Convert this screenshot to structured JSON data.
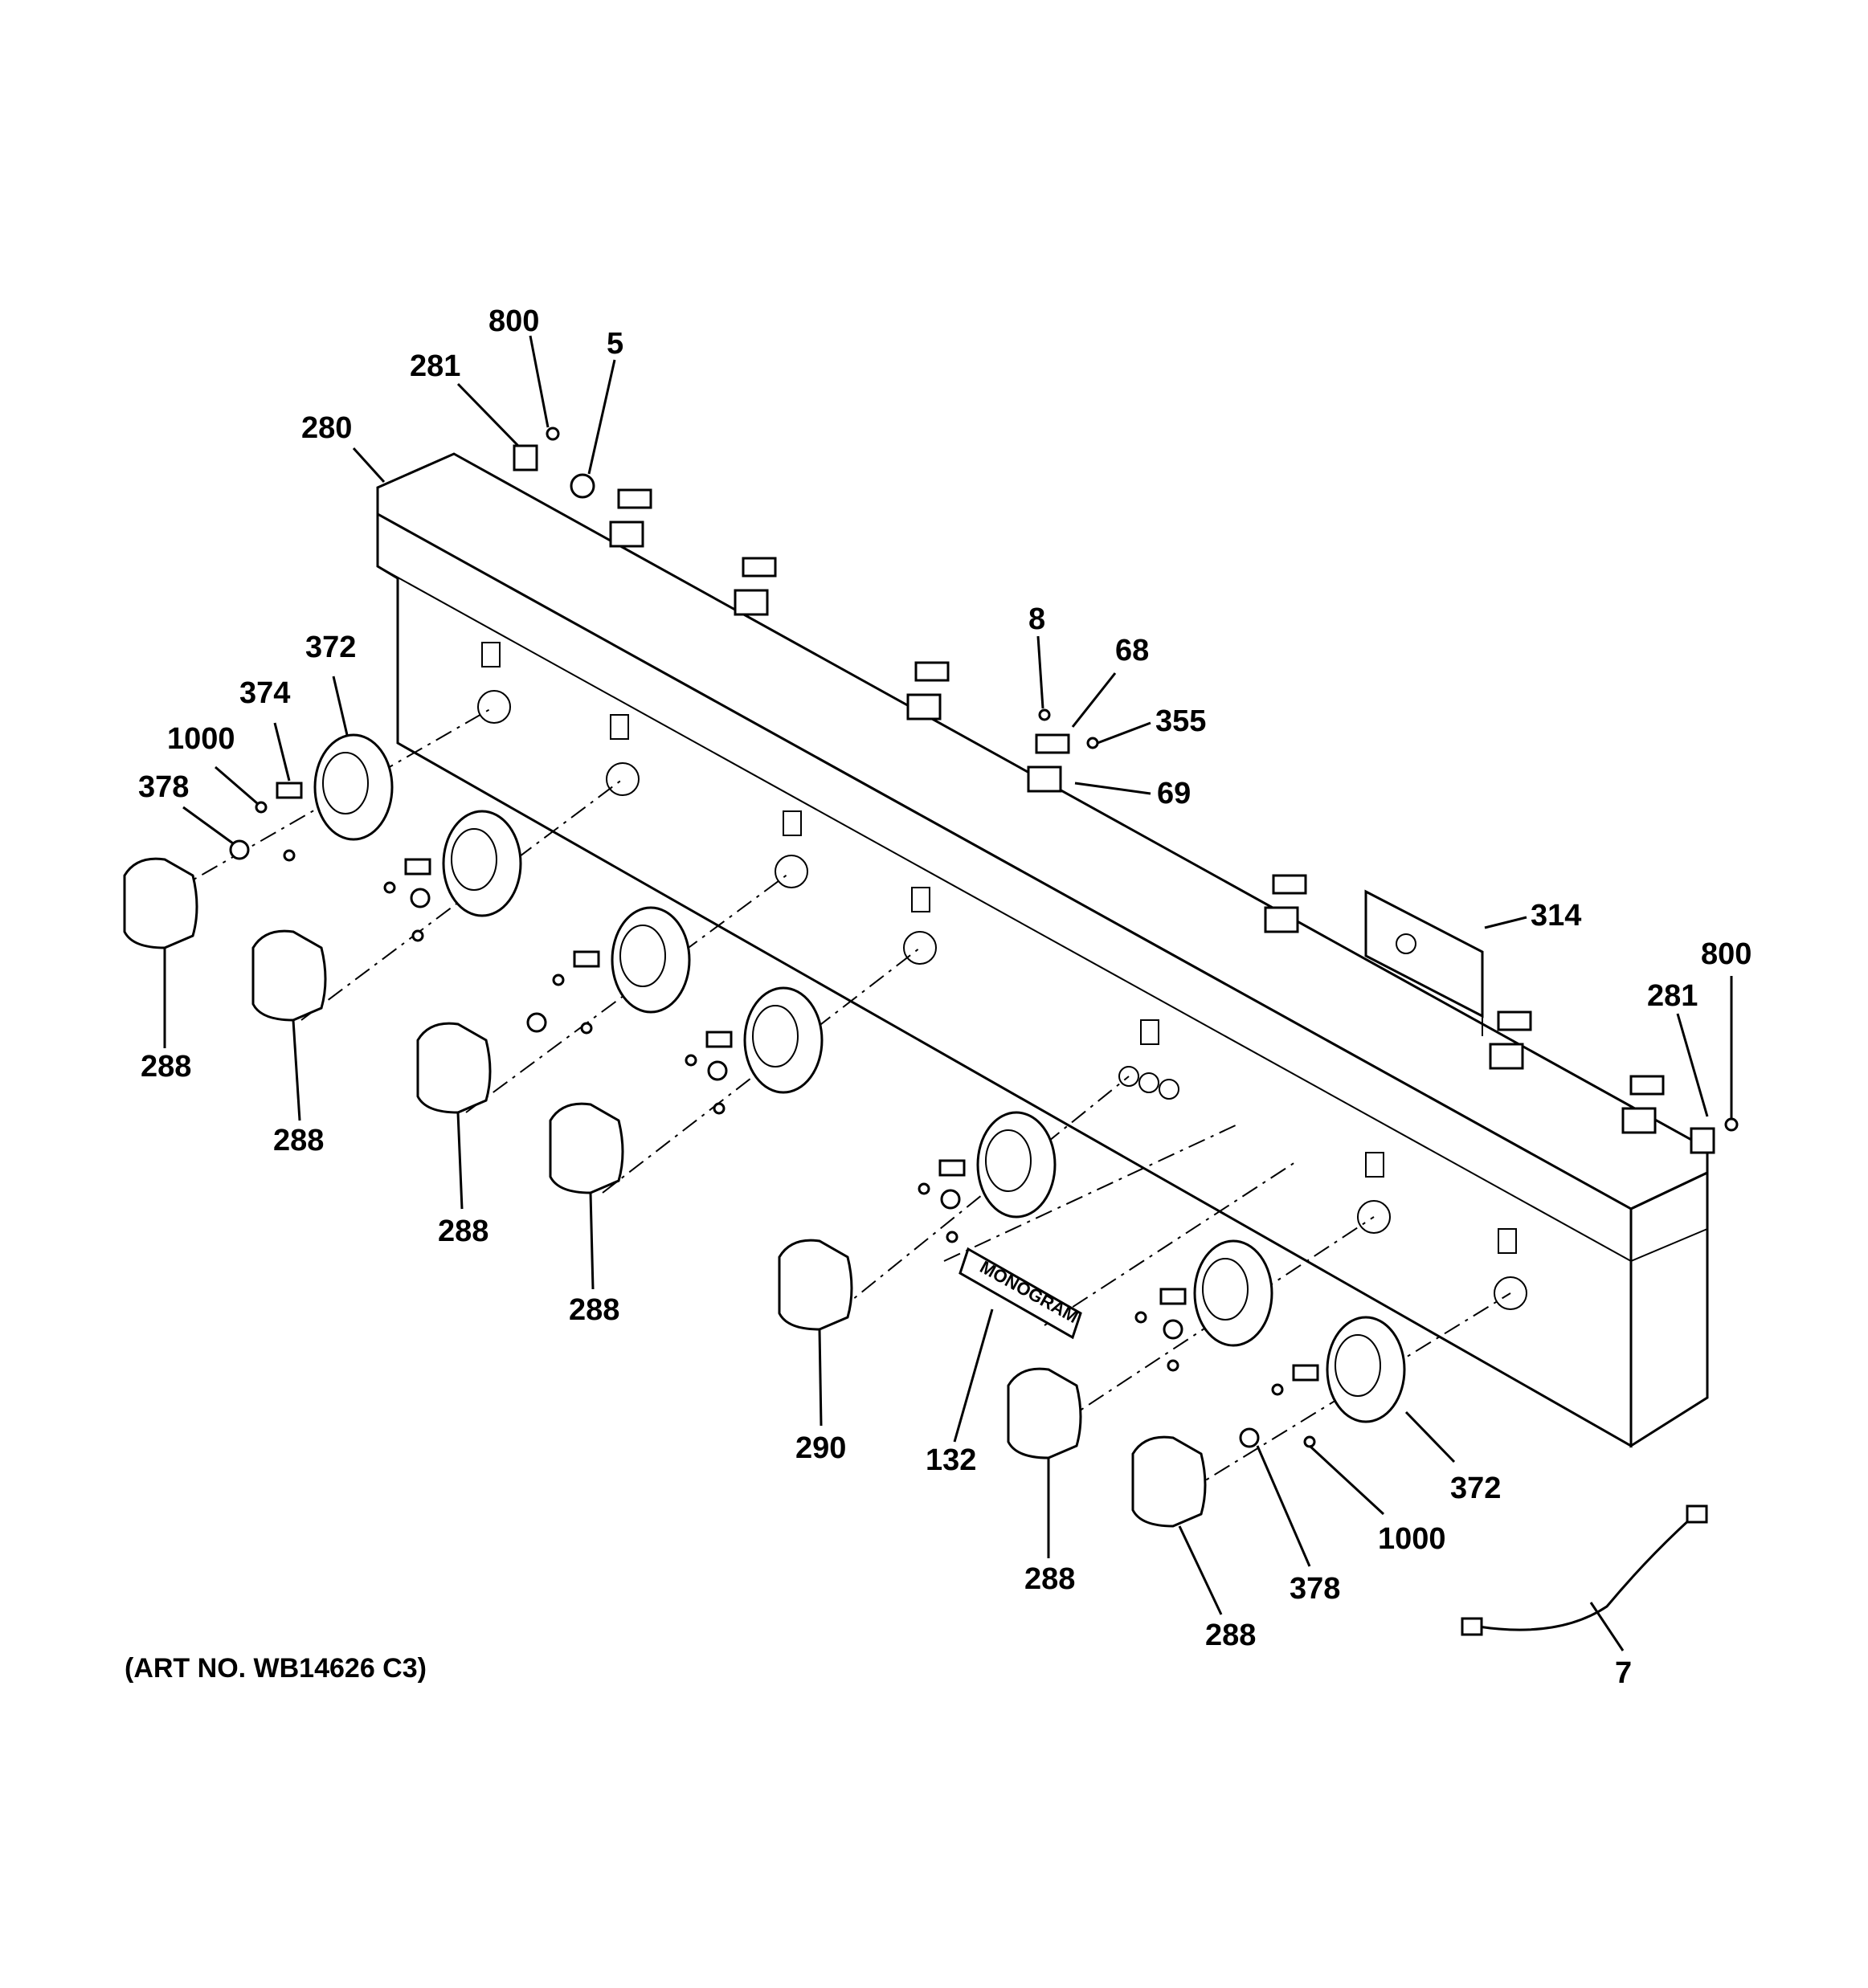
{
  "diagram": {
    "caption": "(ART NO. WB14626 C3)",
    "badge_text": "MONOGRAM",
    "callouts": [
      {
        "id": "c-800-top",
        "text": "800"
      },
      {
        "id": "c-281-top",
        "text": "281"
      },
      {
        "id": "c-5",
        "text": "5"
      },
      {
        "id": "c-280",
        "text": "280"
      },
      {
        "id": "c-372-left",
        "text": "372"
      },
      {
        "id": "c-374",
        "text": "374"
      },
      {
        "id": "c-1000-left",
        "text": "1000"
      },
      {
        "id": "c-378-left",
        "text": "378"
      },
      {
        "id": "c-8",
        "text": "8"
      },
      {
        "id": "c-68",
        "text": "68"
      },
      {
        "id": "c-355",
        "text": "355"
      },
      {
        "id": "c-69",
        "text": "69"
      },
      {
        "id": "c-314",
        "text": "314"
      },
      {
        "id": "c-800-right",
        "text": "800"
      },
      {
        "id": "c-281-right",
        "text": "281"
      },
      {
        "id": "c-288-a",
        "text": "288"
      },
      {
        "id": "c-288-b",
        "text": "288"
      },
      {
        "id": "c-288-c",
        "text": "288"
      },
      {
        "id": "c-288-d",
        "text": "288"
      },
      {
        "id": "c-290",
        "text": "290"
      },
      {
        "id": "c-132",
        "text": "132"
      },
      {
        "id": "c-288-e",
        "text": "288"
      },
      {
        "id": "c-288-f",
        "text": "288"
      },
      {
        "id": "c-378-right",
        "text": "378"
      },
      {
        "id": "c-1000-right",
        "text": "1000"
      },
      {
        "id": "c-372-right",
        "text": "372"
      },
      {
        "id": "c-7",
        "text": "7"
      }
    ]
  }
}
